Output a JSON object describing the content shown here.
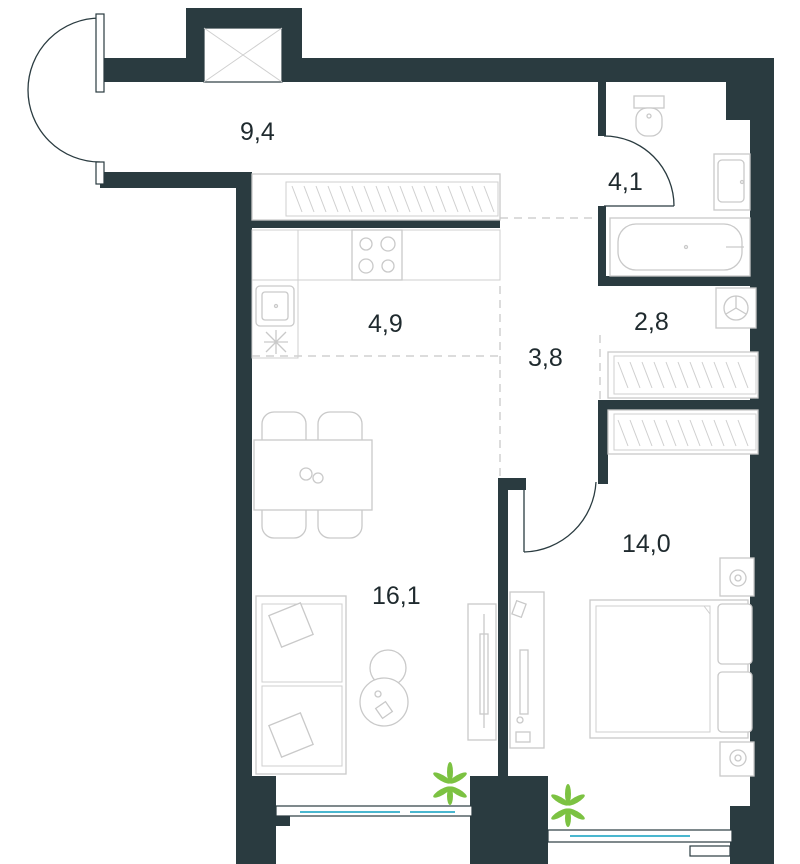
{
  "rooms": [
    {
      "id": "balcony",
      "area": "9,4"
    },
    {
      "id": "bathroom",
      "area": "4,1"
    },
    {
      "id": "kitchen",
      "area": "4,9"
    },
    {
      "id": "storage",
      "area": "2,8"
    },
    {
      "id": "hall",
      "area": "3,8"
    },
    {
      "id": "bedroom",
      "area": "14,0"
    },
    {
      "id": "living",
      "area": "16,1"
    }
  ],
  "colors": {
    "wall": "#2a3b40",
    "furniture": "#c9c9c9",
    "glass": "#4ab7cf",
    "plant": "#7cc242"
  },
  "icons": [
    "door-swing-icon",
    "window-icon",
    "plant-icon",
    "stove-icon",
    "sink-icon",
    "toilet-icon",
    "bathtub-icon",
    "washing-machine-icon",
    "bed-icon",
    "sofa-icon",
    "dining-table-icon",
    "wardrobe-icon",
    "desk-icon",
    "lamp-icon"
  ]
}
